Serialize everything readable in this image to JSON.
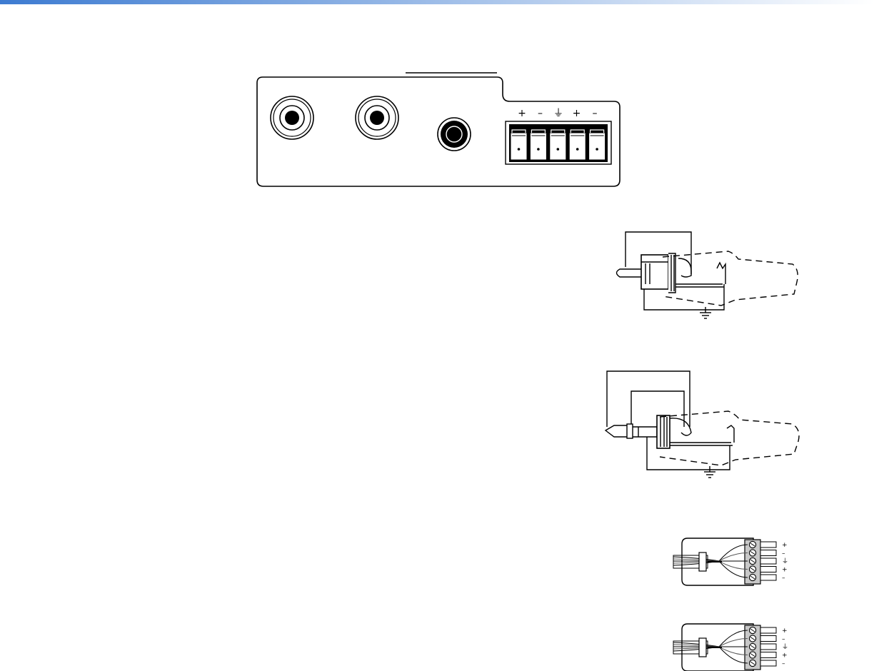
{
  "header": {
    "band_color_start": "#3d7bd1",
    "band_color_end": "#ffffff"
  },
  "panel": {
    "terminal_labels": [
      "+",
      "–",
      "⏚",
      "+",
      "–"
    ],
    "jacks": [
      "rca-jack",
      "rca-jack",
      "3.5mm-stereo-jack"
    ]
  },
  "small_connector_labels": {
    "top": [
      "+",
      "–",
      "⏚",
      "+",
      "–"
    ],
    "bottom": [
      "+",
      "–",
      "⏚",
      "+",
      "–"
    ]
  },
  "symbols": {
    "ground": "⏚"
  }
}
